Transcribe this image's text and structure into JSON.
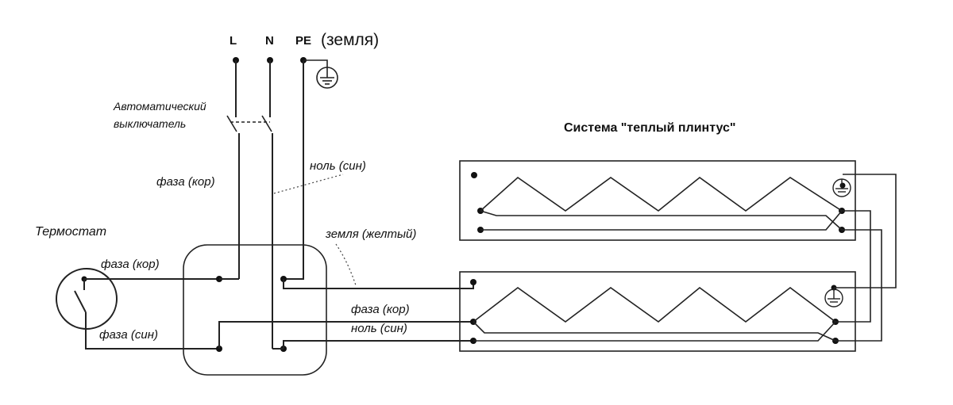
{
  "supply": {
    "L": "L",
    "N": "N",
    "PE": "PE",
    "PE_note": "(земля)"
  },
  "breaker_label": [
    "Автоматический",
    "выключатель"
  ],
  "system_title": "Система \"теплый плинтус\"",
  "thermostat_label": "Термостат",
  "wire_labels": {
    "phase_brown_top": "фаза (кор)",
    "neutral_blue_top": "ноль (син)",
    "ground_yellow": "земля (желтый)",
    "phase_brown_thermo": "фаза (кор)",
    "phase_blue_thermo": "фаза (син)",
    "phase_brown_out": "фаза (кор)",
    "neutral_blue_out": "ноль (син)"
  }
}
